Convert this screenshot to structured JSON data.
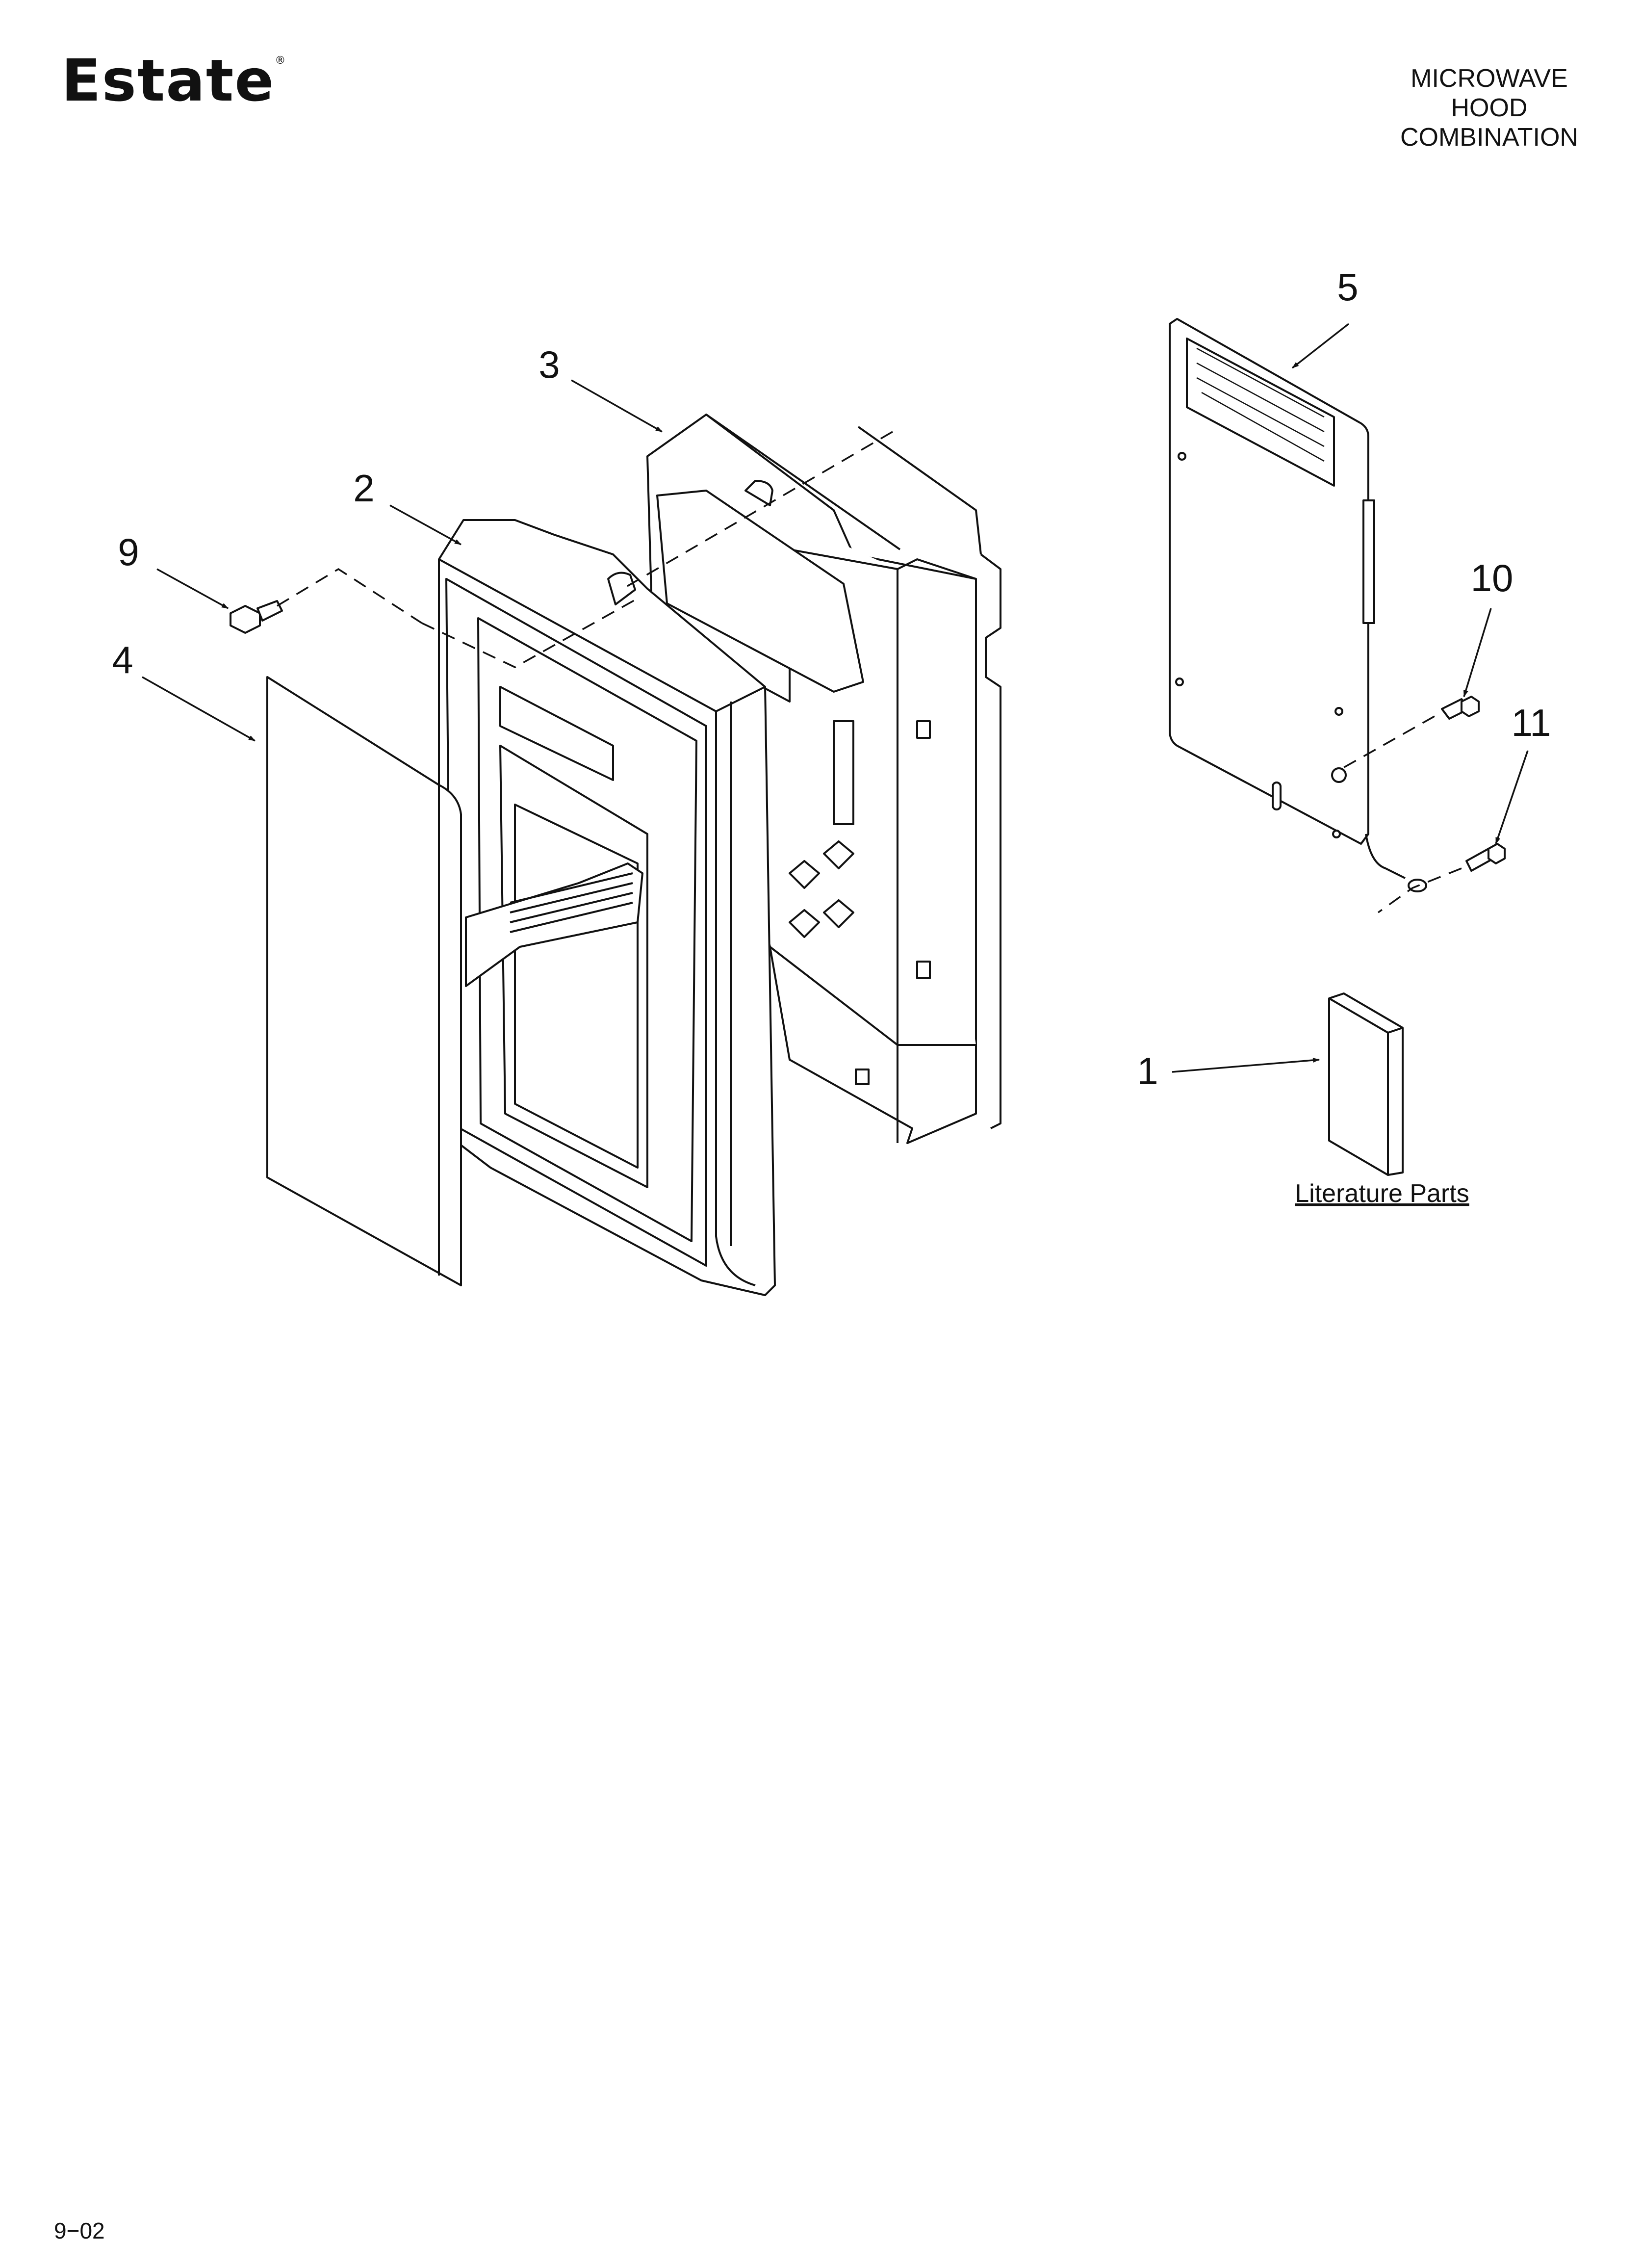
{
  "header": {
    "brand": "Estate",
    "brand_mark": "®",
    "title_lines": [
      "MICROWAVE",
      "HOOD",
      "COMBINATION"
    ]
  },
  "callouts": [
    "5",
    "3",
    "2",
    "9",
    "4",
    "10",
    "11",
    "1"
  ],
  "literature_label": "Literature Parts",
  "footer": {
    "code": "9−02"
  }
}
